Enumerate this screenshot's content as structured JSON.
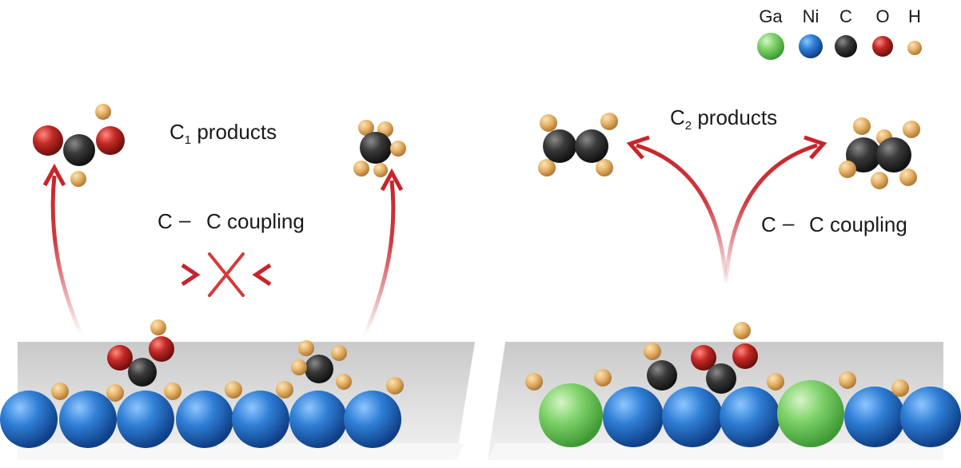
{
  "legend": {
    "items": [
      {
        "symbol": "Ga",
        "color": "#7fd26a"
      },
      {
        "symbol": "Ni",
        "color": "#2f7fd6"
      },
      {
        "symbol": "C",
        "color": "#3a3a3a"
      },
      {
        "symbol": "O",
        "color": "#c42a26"
      },
      {
        "symbol": "H",
        "color": "#e7b46a"
      }
    ]
  },
  "left_panel": {
    "products_prefix": "C",
    "products_subscript": "1",
    "products_suffix": " products",
    "coupling_c1": "C",
    "coupling_dash": "–",
    "coupling_c2": "C coupling"
  },
  "right_panel": {
    "products_prefix": "C",
    "products_subscript": "2",
    "products_suffix": " products",
    "coupling_c1": "C",
    "coupling_dash": "–",
    "coupling_c2": "C coupling"
  },
  "colors": {
    "arrow": "#c8242b",
    "surface": "#e2e2e2"
  }
}
